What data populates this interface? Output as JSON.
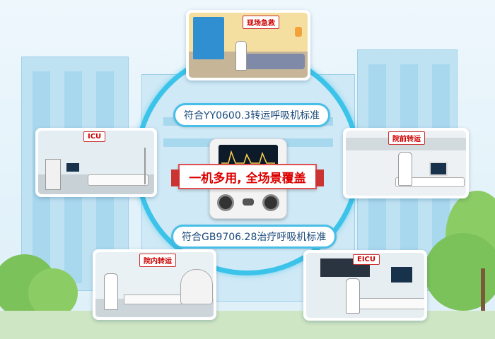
{
  "center": {
    "banner": "一机多用, 全场景覆盖",
    "standard_top": "符合YY0600.3转运呼吸机标准",
    "standard_bottom": "符合GB9706.28治疗呼吸机标准"
  },
  "scenes": [
    {
      "id": "onsite",
      "label": "现场急救"
    },
    {
      "id": "icu",
      "label": "ICU"
    },
    {
      "id": "prehospital",
      "label": "院前转运"
    },
    {
      "id": "inhospital",
      "label": "院内转运"
    },
    {
      "id": "eicu",
      "label": "EICU"
    }
  ],
  "colors": {
    "ring": "#3cc3ea",
    "banner_red": "#d00000",
    "pill_border": "#48bfe8",
    "card_bg": "#ffffff"
  }
}
